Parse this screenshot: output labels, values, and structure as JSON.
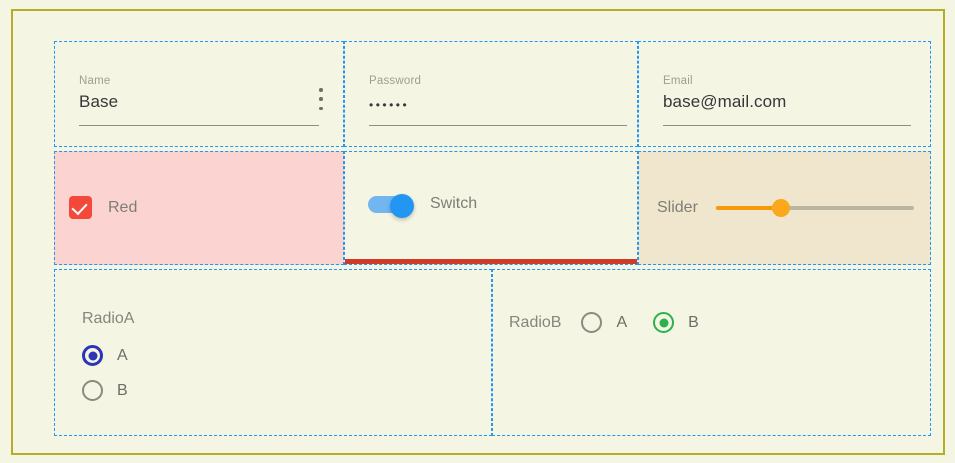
{
  "theme": {
    "page_bg": "#f5f5e3",
    "page_border": "#b5ad28",
    "grid_guide": "#2196f3",
    "red_cell_bg": "#fbd3d1",
    "beige_cell_bg": "#f0e6cd",
    "red_bar": "#cf3b26",
    "checkbox_color": "#f4483a",
    "switch_color": "#2196f3",
    "slider_color": "#fba81c",
    "radio_a_color": "#2c35b5",
    "radio_b_color": "#2bb24c"
  },
  "fields": [
    {
      "name": "name",
      "label": "Name",
      "value": "Base",
      "menu_icon": "kebab-menu-icon"
    },
    {
      "name": "password",
      "label": "Password",
      "value": "••••••",
      "masked": true
    },
    {
      "name": "email",
      "label": "Email",
      "value": "base@mail.com"
    }
  ],
  "controls": {
    "checkbox": {
      "label": "Red",
      "checked": true
    },
    "switch": {
      "label": "Switch",
      "on": true
    },
    "slider": {
      "label": "Slider",
      "value": 33,
      "min": 0,
      "max": 100
    }
  },
  "radio_group_a": {
    "title": "RadioA",
    "options": [
      {
        "label": "A",
        "selected": true
      },
      {
        "label": "B",
        "selected": false
      }
    ]
  },
  "radio_group_b": {
    "title": "RadioB",
    "options": [
      {
        "label": "A",
        "selected": false
      },
      {
        "label": "B",
        "selected": true
      }
    ]
  }
}
